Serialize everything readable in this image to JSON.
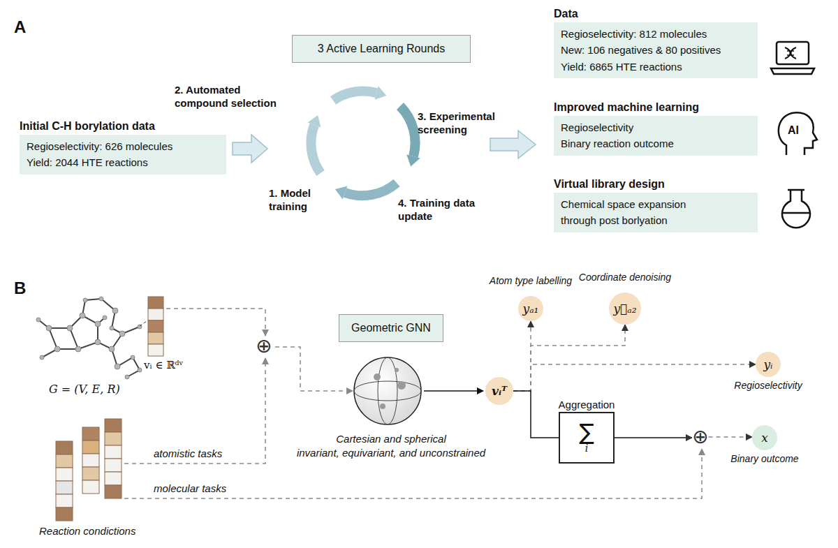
{
  "diagram": {
    "nodes": [
      {
        "text": [
          "Initial C-H borylation data",
          "Regioselectivity: 626 molecules",
          "Yield: 2044 HTE reactions"
        ]
      },
      {
        "text": [
          "3 Active Learning Rounds"
        ]
      },
      {
        "text": [
          "Data",
          "Regioselectivity: 812 molecules",
          "New: 106 negatives & 80 positives",
          "Yield: 6865 HTE reactions"
        ]
      },
      {
        "text": [
          "Improved machine learning",
          "Regioselectivity",
          "Binary reaction outcome"
        ]
      },
      {
        "text": [
          "Virtual library design",
          "Chemical space expansion",
          "through post borlyation"
        ]
      },
      {
        "text": [
          "Geometric GNN"
        ]
      },
      {
        "text": [
          "⊕"
        ]
      },
      {
        "text": [
          "Atom type labelling",
          "yₐ₁"
        ]
      },
      {
        "text": [
          "Coordinate denoising",
          "y⃗ₐ₂"
        ]
      },
      {
        "text": [
          "vᵢᵀ"
        ]
      },
      {
        "text": [
          "yᵢ",
          "Regioselectivity"
        ]
      },
      {
        "text": [
          "Aggregation",
          "∑",
          "i"
        ]
      },
      {
        "text": [
          "⊕"
        ]
      },
      {
        "text": [
          "x",
          "Binary outcome"
        ]
      }
    ],
    "edges": [
      {
        "from": 9,
        "to": 7,
        "arrow": "to"
      },
      {
        "from": 9,
        "to": 8,
        "arrow": "to"
      },
      {
        "from": 9,
        "to": 10,
        "arrow": "to"
      },
      {
        "from": 9,
        "to": 11,
        "arrow": "none"
      },
      {
        "from": 11,
        "to": 12,
        "arrow": "to"
      },
      {
        "from": 12,
        "to": 13,
        "arrow": "to"
      }
    ],
    "labels": [
      "A",
      "2. Automated compound selection",
      "3. Experimental screening",
      "1. Model training",
      "4. Training data update",
      "B",
      "G = (V, E, R)",
      "vᵢ ∈ ℝᵈᵛ",
      "Cartesian and spherical",
      "invariant, equivariant, and unconstrained",
      "atomistic tasks",
      "molecular tasks",
      "Reaction condictions",
      "AI"
    ]
  }
}
